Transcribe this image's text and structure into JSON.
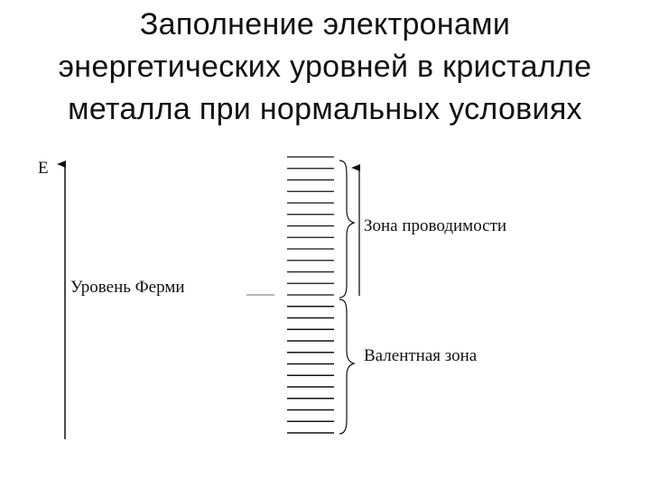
{
  "title": {
    "line1": "Заполнение электронами",
    "line2": "энергетических уровней  в кристалле",
    "line3": "металла при нормальных условиях"
  },
  "labels": {
    "energy_axis": "E",
    "fermi_level": "Уровень Ферми",
    "conduction_band": "Зона проводимости",
    "valence_band": "Валентная зона"
  },
  "levels": {
    "count": 25,
    "filled_from_bottom": 12
  },
  "colors": {
    "line": "#111111",
    "fermi_line": "#888888"
  }
}
